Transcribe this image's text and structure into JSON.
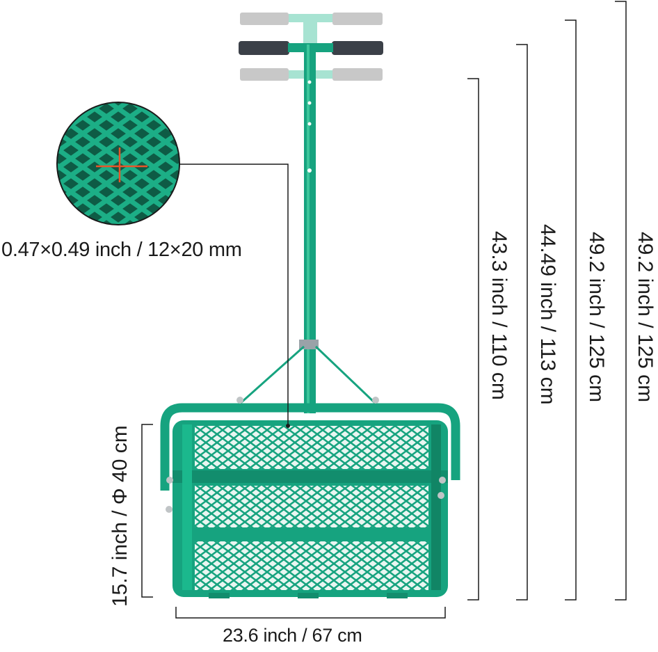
{
  "brand": {
    "green": "#16a37f",
    "green_dark": "#0f7a5e",
    "grip": "#3b4048",
    "ghost_grip": "#c8c8c8",
    "ghost_green": "#8fd8c4",
    "marker": "#e8562a"
  },
  "labels": {
    "mesh_size": "0.47×0.49 inch / 12×20 mm",
    "drum_width": "23.6 inch / 67 cm",
    "drum_diameter": "15.7 inch / Φ 40 cm",
    "height_1": "43.3 inch / 110 cm",
    "height_2": "44.49 inch / 113 cm",
    "height_3": "49.2 inch / 125 cm",
    "height_4": "49.2 inch / 125 cm"
  }
}
